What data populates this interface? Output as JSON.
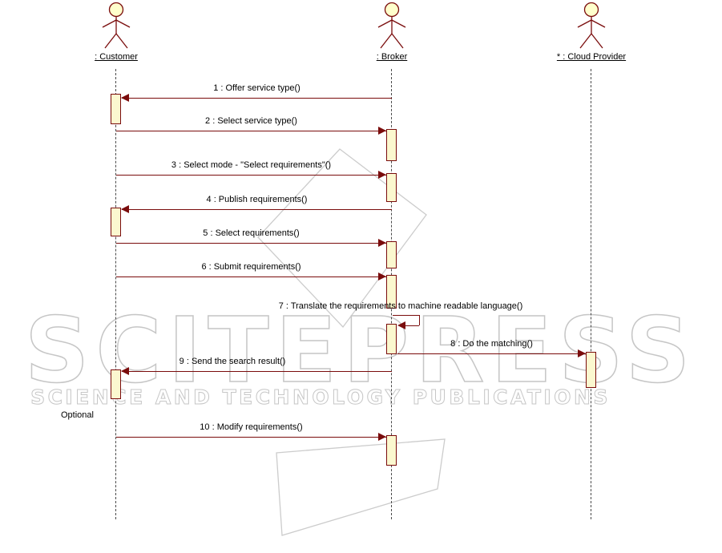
{
  "diagram": {
    "type": "uml-sequence-diagram",
    "actors": [
      {
        "name": ": Customer"
      },
      {
        "name": ": Broker"
      },
      {
        "name": "* : Cloud Provider"
      }
    ],
    "messages": [
      {
        "label": "1 : Offer service type()",
        "from": "Broker",
        "to": "Customer"
      },
      {
        "label": "2 : Select service type()",
        "from": "Customer",
        "to": "Broker"
      },
      {
        "label": "3 : Select mode - \"Select requirements\"()",
        "from": "Customer",
        "to": "Broker"
      },
      {
        "label": "4 : Publish requirements()",
        "from": "Broker",
        "to": "Customer"
      },
      {
        "label": "5 : Select requirements()",
        "from": "Customer",
        "to": "Broker"
      },
      {
        "label": "6 : Submit requirements()",
        "from": "Customer",
        "to": "Broker"
      },
      {
        "label": "7 : Translate the requirements to machine readable language()",
        "from": "Broker",
        "to": "Broker"
      },
      {
        "label": "8 : Do the matching()",
        "from": "Broker",
        "to": "Cloud Provider"
      },
      {
        "label": "9 : Send the search result()",
        "from": "Broker",
        "to": "Customer"
      },
      {
        "label": "10 : Modify requirements()",
        "from": "Customer",
        "to": "Broker"
      }
    ],
    "annotations": [
      {
        "label": "Optional"
      }
    ],
    "watermark": {
      "line1": "SCITEPRESS",
      "line2": "SCIENCE AND TECHNOLOGY PUBLICATIONS"
    },
    "colors": {
      "message_line": "#7a0c0c",
      "actor_fill": "#ffffcc",
      "activation_fill": "#fbf8cf",
      "watermark": "#c6c6c6"
    }
  }
}
